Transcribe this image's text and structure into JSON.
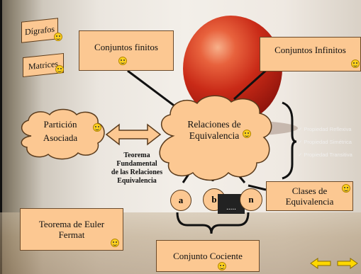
{
  "diagram": {
    "tabs": {
      "digrafos": "Dígrafos",
      "matrices": "Matrices"
    },
    "boxes": {
      "conjuntos_finitos": "Conjuntos finitos",
      "conjuntos_infinitos": "Conjuntos Infinitos",
      "clases_line1": "Clases de",
      "clases_line2": "Equivalencia",
      "euler_line1": "Teorema de Euler",
      "euler_line2": "Fermat",
      "cociente": "Conjunto Cociente"
    },
    "clouds": {
      "particion_line1": "Partición",
      "particion_line2": "Asociada",
      "relaciones_line1": "Relaciones de",
      "relaciones_line2": "Equivalencia"
    },
    "teorema": {
      "line1": "Teorema",
      "line2": "Fundamental",
      "line3": "de las Relaciones",
      "line4": "Equivalencia"
    },
    "propiedades": [
      "Propiedad Reflexiva",
      "Propiedad Simétrica",
      "Propiedad Transitiva"
    ],
    "classes": {
      "a": "a",
      "b": "b",
      "dots": ".....",
      "n": "n"
    }
  },
  "colors": {
    "box_fill": "#fcc892",
    "smiley": "#ffd21f",
    "arrow_fill": "#ffd800"
  },
  "navigation": {
    "prev_icon": "arrow-left-icon",
    "next_icon": "arrow-right-icon"
  }
}
